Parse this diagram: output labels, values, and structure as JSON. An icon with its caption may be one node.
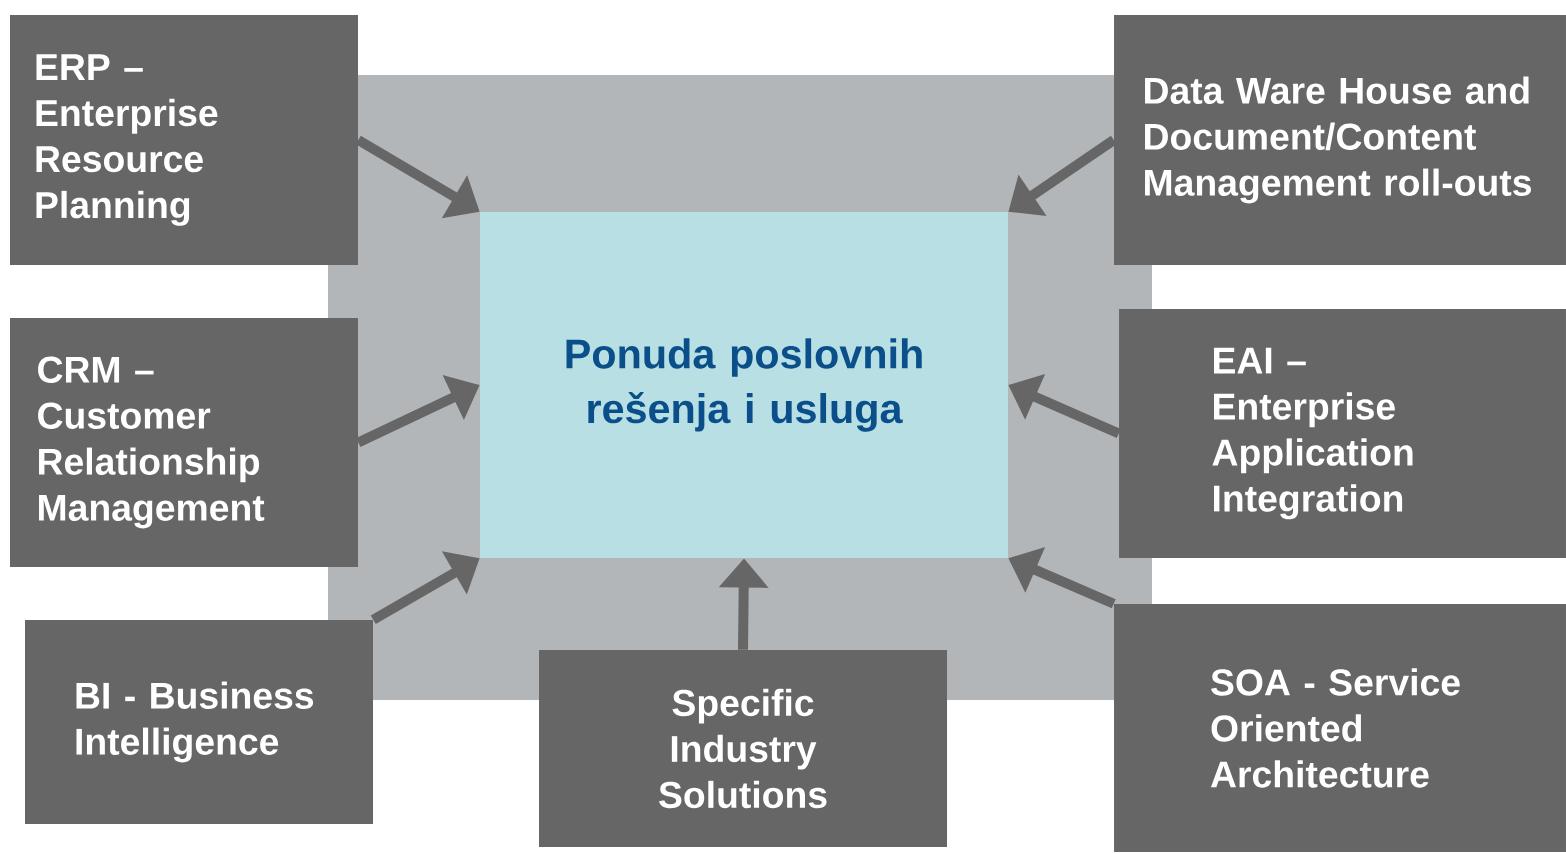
{
  "diagram": {
    "nodes": [
      {
        "text": [
          "Ponuda poslovnih rešenja i usluga"
        ]
      },
      {
        "text": [
          "ERP – Enterprise Resource Planning"
        ]
      },
      {
        "text": [
          "Data Ware House and Document/Content Management roll-outs"
        ]
      },
      {
        "text": [
          "CRM – Customer Relationship Management"
        ]
      },
      {
        "text": [
          "EAI – Enterprise Application Integration"
        ]
      },
      {
        "text": [
          "BI - Business Intelligence"
        ]
      },
      {
        "text": [
          "Specific Industry Solutions"
        ]
      },
      {
        "text": [
          "SOA - Service Oriented Architecture"
        ]
      }
    ],
    "edges": [
      {
        "from": 1,
        "to": 0,
        "arrow": "to"
      },
      {
        "from": 2,
        "to": 0,
        "arrow": "to"
      },
      {
        "from": 3,
        "to": 0,
        "arrow": "to"
      },
      {
        "from": 4,
        "to": 0,
        "arrow": "to"
      },
      {
        "from": 5,
        "to": 0,
        "arrow": "to"
      },
      {
        "from": 6,
        "to": 0,
        "arrow": "to"
      },
      {
        "from": 7,
        "to": 0,
        "arrow": "to"
      }
    ]
  }
}
